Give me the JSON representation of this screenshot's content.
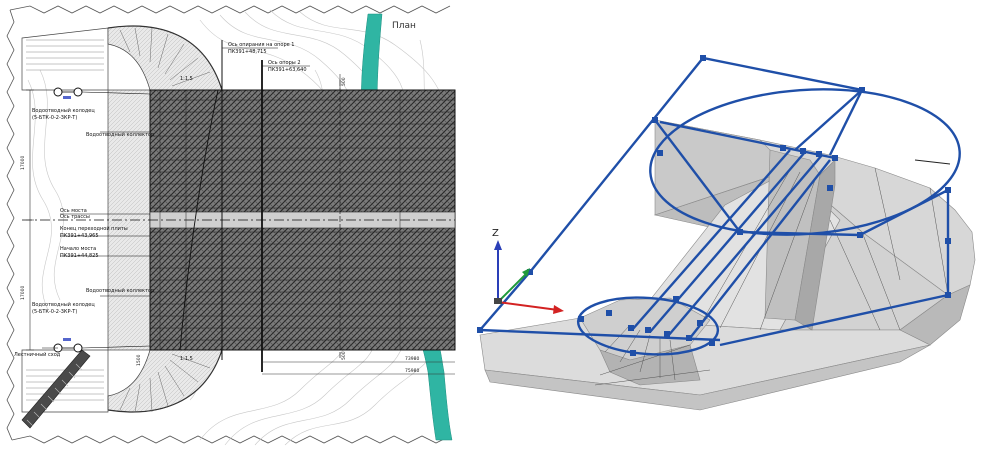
{
  "plan": {
    "title": "План",
    "labels": {
      "support1_axis": "Ось опирания на опоре 1",
      "support1_pk": "ПК391+48,715",
      "support2_axis": "Ось опоры 2",
      "support2_pk": "ПК391+63,640",
      "drain_well_top": "Водоотводный колодец",
      "drain_well_top_code": "(5-БТК-0-2-3КР-Т)",
      "collector_top": "Водоотводный коллектор",
      "axis_bridge": "Ось моста",
      "axis_road": "Ось трассы",
      "end_transition_slab": "Конец переходной плиты",
      "end_transition_slab_pk": "ПК391+43,965",
      "bridge_start": "Начало моста",
      "bridge_start_pk": "ПК391+44,825",
      "collector_bottom": "Водоотводный коллектор",
      "drain_well_bottom": "Водоотводный колодец",
      "drain_well_bottom_code": "(5-БТК-0-2-3КР-Т)",
      "stair": "Лестничный сход",
      "slope_top": "1:1,5",
      "slope_bottom": "1:1,5",
      "dim_left_top": "17000",
      "dim_left_bottom": "17000",
      "dim_mid_top": "500",
      "dim_mid_bottom": "500",
      "dim_low_left": "1500",
      "dim_right_a": "73980",
      "dim_right_b": "75980"
    }
  },
  "model": {
    "axis_z": "Z",
    "colors": {
      "wire": "#1f4fa8",
      "surface": "#d9d9d9",
      "surface_dark": "#bdbdbd",
      "axis_x": "#d32222",
      "axis_y": "#1f9a3a",
      "axis_z": "#2a3fb8",
      "water": "#2fb5a3"
    }
  }
}
